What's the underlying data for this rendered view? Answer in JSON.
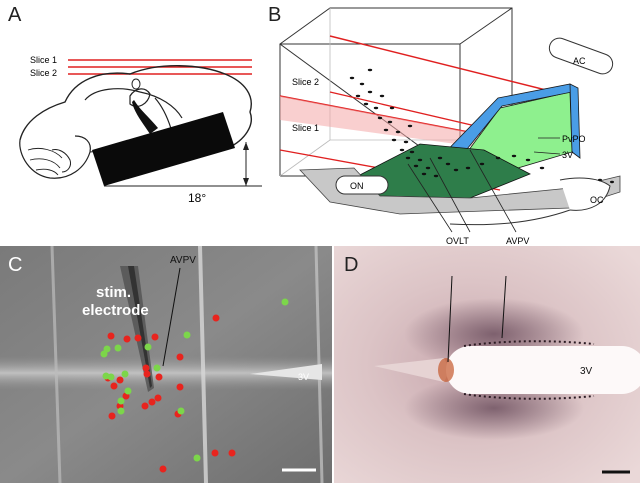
{
  "panels": {
    "a": {
      "letter": "A",
      "slice1": "Slice 1",
      "slice2": "Slice 2",
      "angle": "18°"
    },
    "b": {
      "letter": "B",
      "slice1": "Slice 1",
      "slice2": "Slice 2",
      "labels": {
        "ac": "AC",
        "pvpo": "PvPO",
        "v3": "3V",
        "on": "ON",
        "oc": "OC",
        "ovlt": "OVLT",
        "avpv": "AVPV"
      }
    },
    "c": {
      "letter": "C",
      "stim_label": "stim.",
      "electrode_label": "electrode",
      "avpv": "AVPV",
      "v3": "3V",
      "colors": {
        "red": "#e8241e",
        "green": "#7cd64a"
      }
    },
    "d": {
      "letter": "D",
      "v3": "3V"
    }
  }
}
